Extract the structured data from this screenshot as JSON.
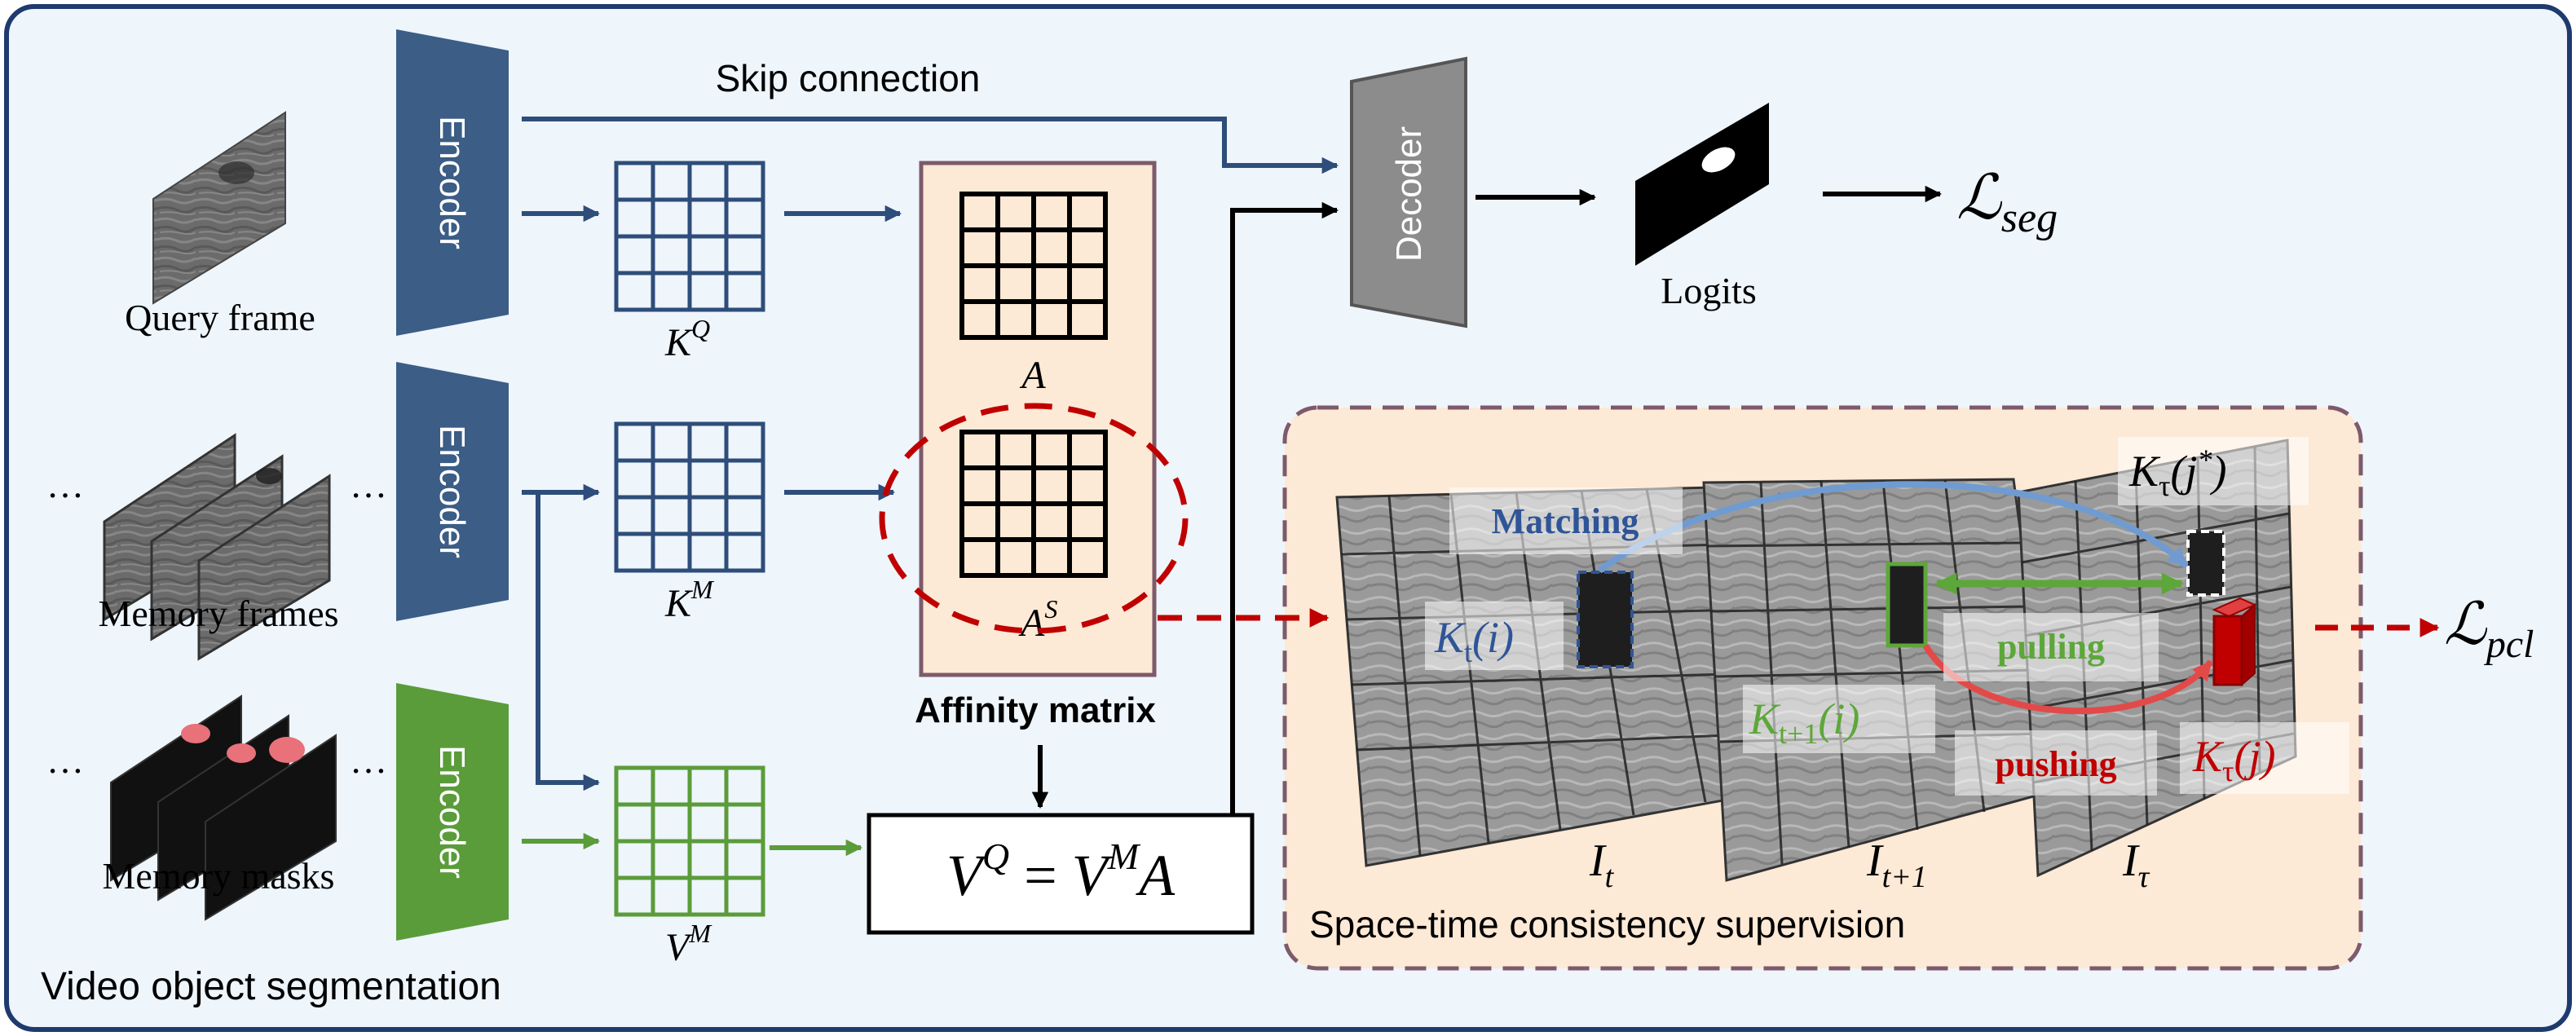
{
  "diagram": {
    "section_title": "Video object segmentation",
    "inputs": {
      "query_frame": "Query frame",
      "memory_frames": "Memory frames",
      "memory_masks": "Memory masks",
      "ellipsis": "…"
    },
    "encoders": {
      "query": "Encoder",
      "memory": "Encoder",
      "mask": "Encoder"
    },
    "skip_connection": "Skip connection",
    "features": {
      "key_query": {
        "base": "K",
        "sup": "Q"
      },
      "key_memory": {
        "base": "K",
        "sup": "M"
      },
      "value_memory": {
        "base": "V",
        "sup": "M"
      }
    },
    "affinity": {
      "title": "Affinity matrix",
      "A": "A",
      "AS": {
        "base": "A",
        "sup": "S"
      }
    },
    "readout": {
      "v": "V",
      "q": "Q",
      "eq": " = ",
      "m": "M",
      "a": "A"
    },
    "decoder": "Decoder",
    "logits": "Logits",
    "losses": {
      "seg": {
        "base": "ℒ",
        "sub": "seg"
      },
      "pcl": {
        "base": "ℒ",
        "sub": "pcl"
      }
    },
    "supervision": {
      "title": "Space-time consistency supervision",
      "matching": "Matching",
      "pulling": "pulling",
      "pushing": "pushing",
      "frames": {
        "t": {
          "base": "I",
          "sub": "t"
        },
        "t1": {
          "base": "I",
          "sub": "t+1"
        },
        "tau": {
          "base": "I",
          "sub": "τ"
        }
      },
      "patches": {
        "kt_i": {
          "base": "K",
          "sub": "t",
          "arg": "(i)"
        },
        "kt1_i": {
          "base": "K",
          "sub": "t+1",
          "arg": "(i)"
        },
        "ktau_j": {
          "base": "K",
          "sub": "τ",
          "arg": "(j)"
        },
        "ktau_jstar": {
          "base": "K",
          "sub": "τ",
          "arg": "(j",
          "star": "*",
          "close": ")"
        }
      }
    }
  },
  "colors": {
    "encoder_blue": "#3B5D86",
    "encoder_green": "#5B9C3A",
    "decoder_gray": "#8C8C8C",
    "arrow_blue": "#2E4D7A",
    "arrow_green": "#5B9C3A",
    "dashed_red": "#C00000",
    "matching_blue": "#2F5597",
    "pulling_green": "#5DA73A",
    "pushing_red": "#C00000",
    "panel_bg": "#EEF5FB",
    "panel_border": "#1F3A6E",
    "affinity_bg": "#FCE9D6",
    "supervision_bg": "#FCE9D6"
  }
}
